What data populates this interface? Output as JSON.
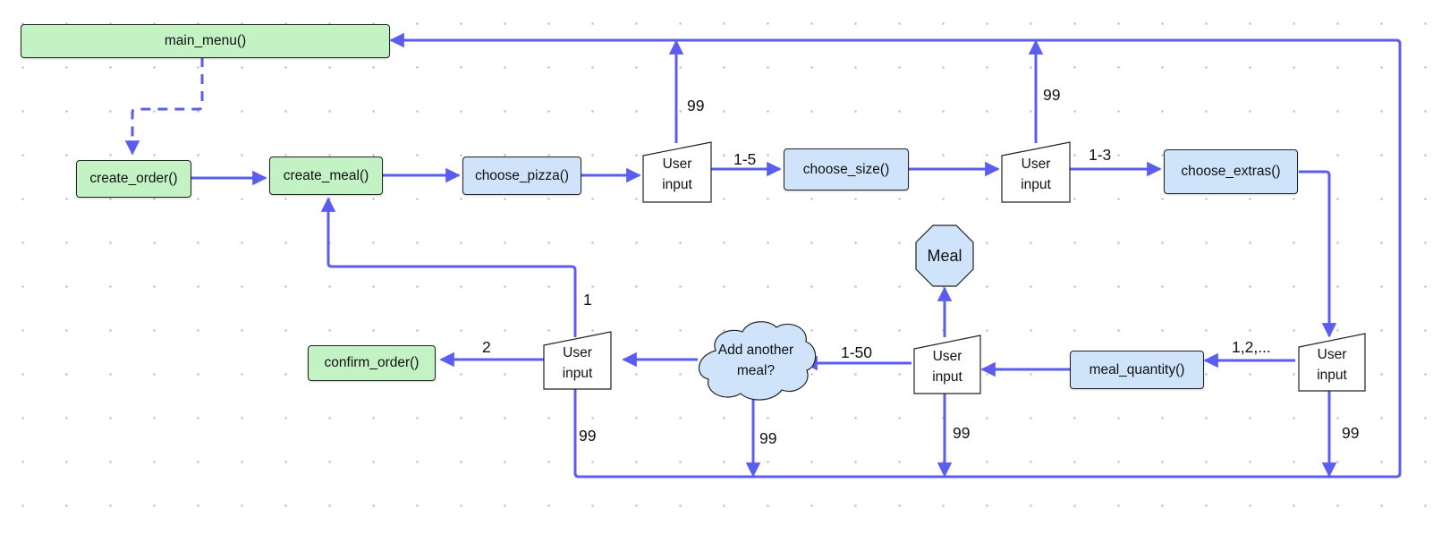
{
  "colors": {
    "edge": "#5b5cf0",
    "function_green": "#c3f3c5",
    "function_blue": "#cfe3fb",
    "outline": "#222222"
  },
  "nodes": {
    "main_menu": "main_menu()",
    "create_order": "create_order()",
    "create_meal": "create_meal()",
    "choose_pizza": "choose_pizza()",
    "choose_size": "choose_size()",
    "choose_extras": "choose_extras()",
    "meal_quantity": "meal_quantity()",
    "confirm_order": "confirm_order()",
    "meal": "Meal",
    "add_another_meal": [
      "Add another",
      "meal?"
    ],
    "user_input": [
      "User",
      "input"
    ]
  },
  "edge_labels": {
    "pizza_back": "99",
    "pizza_range": "1-5",
    "size_back": "99",
    "size_range": "1-3",
    "extras_options": "1,2,...",
    "extras_back": "99",
    "quantity_back": "99",
    "quantity_range": "1-50",
    "add_back": "99",
    "repeat_meal": "1",
    "confirm_choice": "2",
    "confirm_back": "99"
  }
}
